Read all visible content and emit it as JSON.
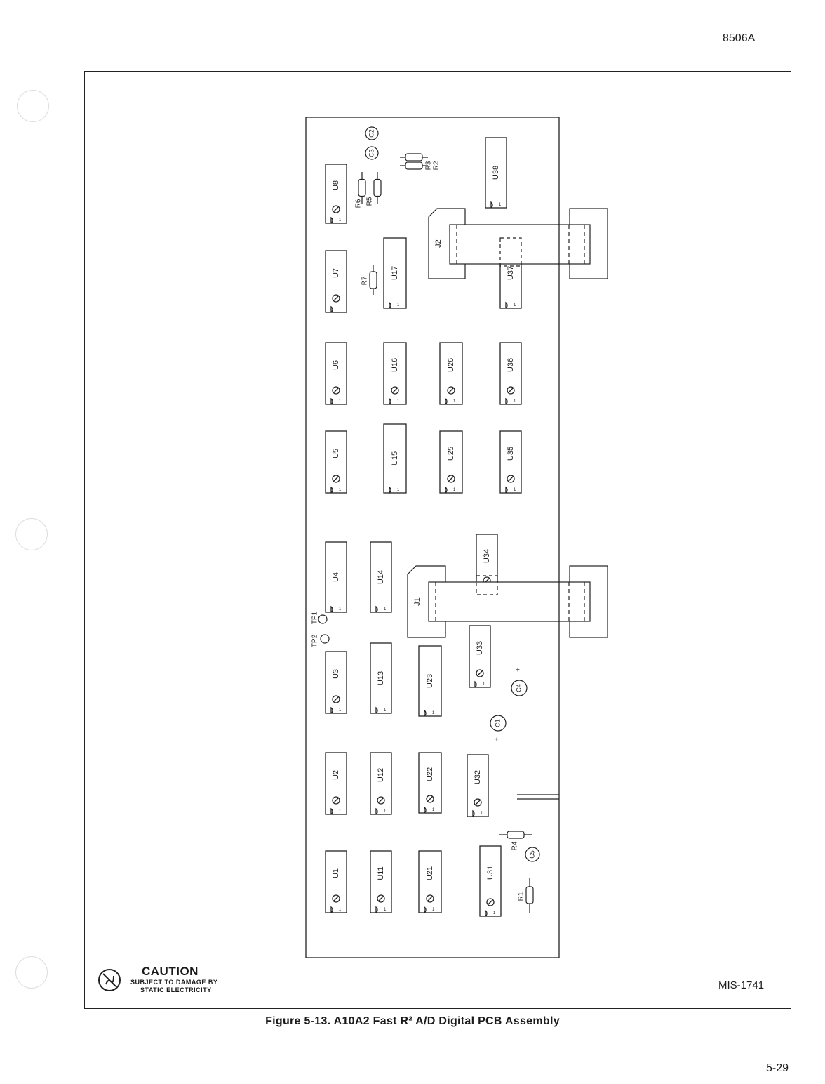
{
  "header": {
    "doc_number": "8506A"
  },
  "figure": {
    "caption": "Figure 5-13. A10A2 Fast R² A/D Digital PCB Assembly"
  },
  "footer": {
    "page_number": "5-29"
  },
  "drawing_number": "MIS-1741",
  "caution": {
    "title": "CAUTION",
    "line1": "SUBJECT TO DAMAGE BY",
    "line2": "STATIC ELECTRICITY",
    "icon": "static-sensitive-icon"
  },
  "components": {
    "ics": [
      "U1",
      "U2",
      "U3",
      "U4",
      "U5",
      "U6",
      "U7",
      "U8",
      "U11",
      "U12",
      "U13",
      "U14",
      "U15",
      "U16",
      "U17",
      "U21",
      "U22",
      "U23",
      "U25",
      "U26",
      "U31",
      "U32",
      "U33",
      "U34",
      "U35",
      "U36",
      "U37",
      "U38"
    ],
    "connectors": [
      "J1",
      "J2"
    ],
    "resistors": [
      "R1",
      "R2",
      "R3",
      "R4",
      "R5",
      "R6",
      "R7"
    ],
    "capacitors": [
      "C1",
      "C2",
      "C3",
      "C4",
      "C5"
    ],
    "test_points": [
      "TP1",
      "TP2"
    ]
  },
  "colors": {
    "ink": "#222222",
    "paper": "#ffffff"
  }
}
